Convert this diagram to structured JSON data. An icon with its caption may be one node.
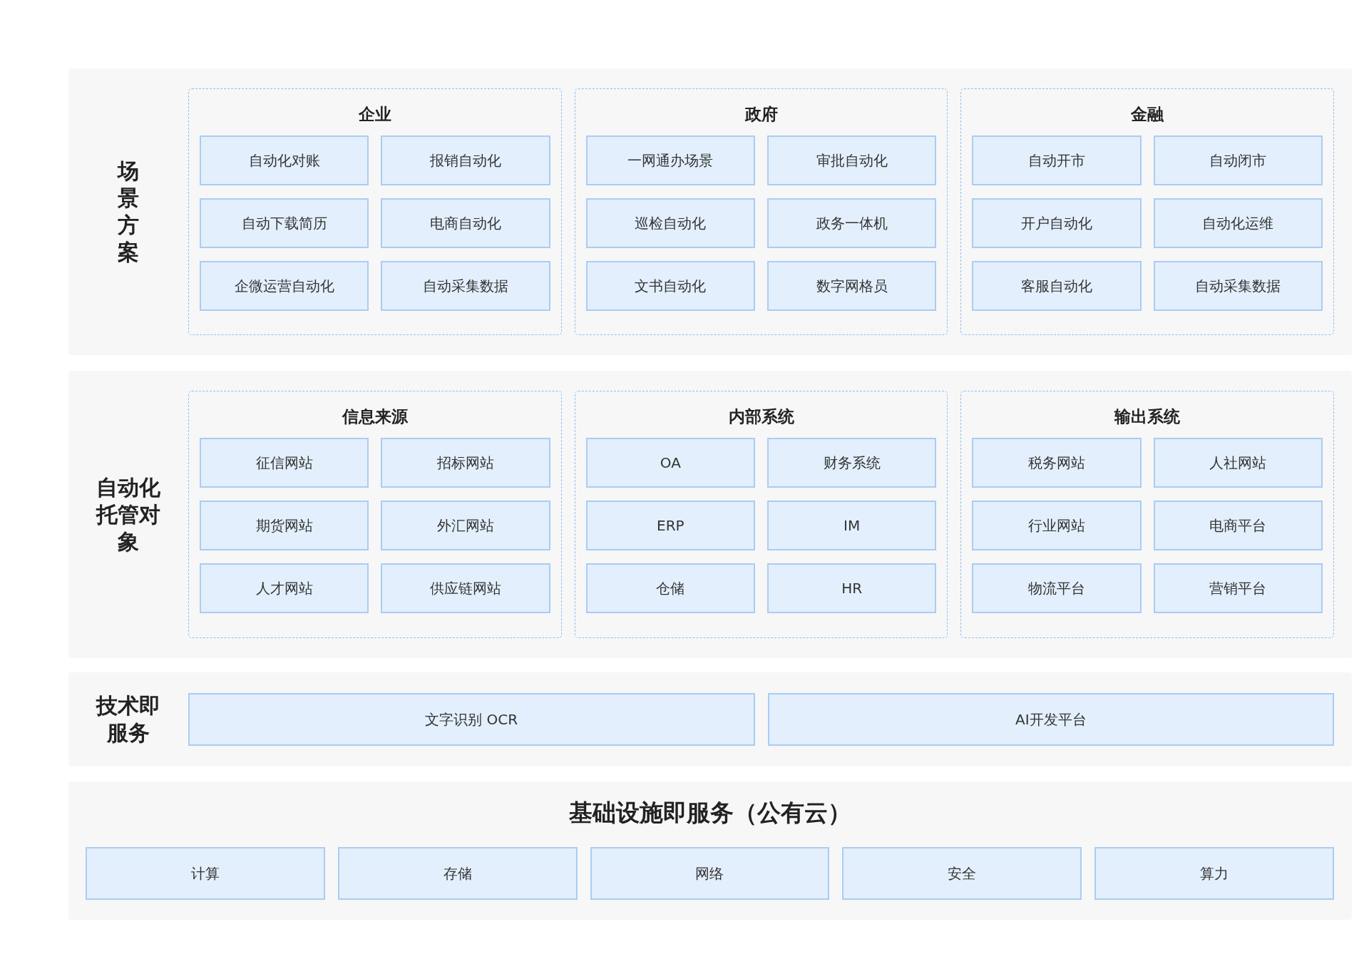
{
  "diagram": {
    "nodes": [
      {
        "text": [
          "场景方案"
        ]
      },
      {
        "text": [
          "企业"
        ],
        "in": 0
      },
      {
        "text": [
          "自动化对账"
        ],
        "in": 1
      },
      {
        "text": [
          "报销自动化"
        ],
        "in": 1
      },
      {
        "text": [
          "自动下载简历"
        ],
        "in": 1
      },
      {
        "text": [
          "电商自动化"
        ],
        "in": 1
      },
      {
        "text": [
          "企微运营自动化"
        ],
        "in": 1
      },
      {
        "text": [
          "自动采集数据"
        ],
        "in": 1
      },
      {
        "text": [
          "政府"
        ],
        "in": 0
      },
      {
        "text": [
          "一网通办场景"
        ],
        "in": 8
      },
      {
        "text": [
          "审批自动化"
        ],
        "in": 8
      },
      {
        "text": [
          "巡检自动化"
        ],
        "in": 8
      },
      {
        "text": [
          "政务一体机"
        ],
        "in": 8
      },
      {
        "text": [
          "文书自动化"
        ],
        "in": 8
      },
      {
        "text": [
          "数字网格员"
        ],
        "in": 8
      },
      {
        "text": [
          "金融"
        ],
        "in": 0
      },
      {
        "text": [
          "自动开市"
        ],
        "in": 15
      },
      {
        "text": [
          "自动闭市"
        ],
        "in": 15
      },
      {
        "text": [
          "开户自动化"
        ],
        "in": 15
      },
      {
        "text": [
          "自动化运维"
        ],
        "in": 15
      },
      {
        "text": [
          "客服自动化"
        ],
        "in": 15
      },
      {
        "text": [
          "自动采集数据"
        ],
        "in": 15
      },
      {
        "text": [
          "自动化托管对象"
        ]
      },
      {
        "text": [
          "信息来源"
        ],
        "in": 22
      },
      {
        "text": [
          "征信网站"
        ],
        "in": 23
      },
      {
        "text": [
          "招标网站"
        ],
        "in": 23
      },
      {
        "text": [
          "期货网站"
        ],
        "in": 23
      },
      {
        "text": [
          "外汇网站"
        ],
        "in": 23
      },
      {
        "text": [
          "人才网站"
        ],
        "in": 23
      },
      {
        "text": [
          "供应链网站"
        ],
        "in": 23
      },
      {
        "text": [
          "内部系统"
        ],
        "in": 22
      },
      {
        "text": [
          "OA"
        ],
        "in": 30
      },
      {
        "text": [
          "财务系统"
        ],
        "in": 30
      },
      {
        "text": [
          "ERP"
        ],
        "in": 30
      },
      {
        "text": [
          "IM"
        ],
        "in": 30
      },
      {
        "text": [
          "仓储"
        ],
        "in": 30
      },
      {
        "text": [
          "HR"
        ],
        "in": 30
      },
      {
        "text": [
          "输出系统"
        ],
        "in": 22
      },
      {
        "text": [
          "税务网站"
        ],
        "in": 37
      },
      {
        "text": [
          "人社网站"
        ],
        "in": 37
      },
      {
        "text": [
          "行业网站"
        ],
        "in": 37
      },
      {
        "text": [
          "电商平台"
        ],
        "in": 37
      },
      {
        "text": [
          "物流平台"
        ],
        "in": 37
      },
      {
        "text": [
          "营销平台"
        ],
        "in": 37
      },
      {
        "text": [
          "技术即服务"
        ]
      },
      {
        "text": [
          "文字识别 OCR"
        ],
        "in": 44
      },
      {
        "text": [
          "AI开发平台"
        ],
        "in": 44
      },
      {
        "text": [
          "基础设施即服务（公有云）"
        ]
      },
      {
        "text": [
          "计算"
        ],
        "in": 47
      },
      {
        "text": [
          "存储"
        ],
        "in": 47
      },
      {
        "text": [
          "网络"
        ],
        "in": 47
      },
      {
        "text": [
          "安全"
        ],
        "in": 47
      },
      {
        "text": [
          "算力"
        ],
        "in": 47
      }
    ]
  }
}
